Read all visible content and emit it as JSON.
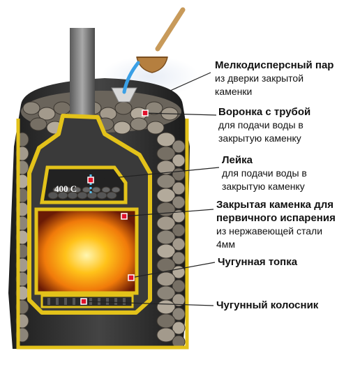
{
  "labels": [
    {
      "head": "Мелкодисперсный пар",
      "lines": [
        "из дверки закрытой",
        "каменки"
      ]
    },
    {
      "head": "Воронка с трубой",
      "lines": [
        "для подачи воды в",
        "закрытую каменку"
      ]
    },
    {
      "head": "Лейка",
      "lines": [
        "для подачи воды в",
        "закрытую каменку"
      ]
    },
    {
      "head_lines": [
        "Закрытая каменка для",
        "первичного испарения"
      ],
      "lines": [
        "из нержавеющей стали",
        "4мм"
      ]
    },
    {
      "head": "Чугунная топка",
      "lines": []
    },
    {
      "head": "Чугунный колосник",
      "lines": []
    }
  ],
  "temperature": "400 C",
  "colors": {
    "frame": "#e3c21a",
    "body": "#2e2e2e",
    "fire": "#ff9a10",
    "steam": "#cfd8e6",
    "marker": "#e0102a",
    "stones": "#8c8579"
  }
}
